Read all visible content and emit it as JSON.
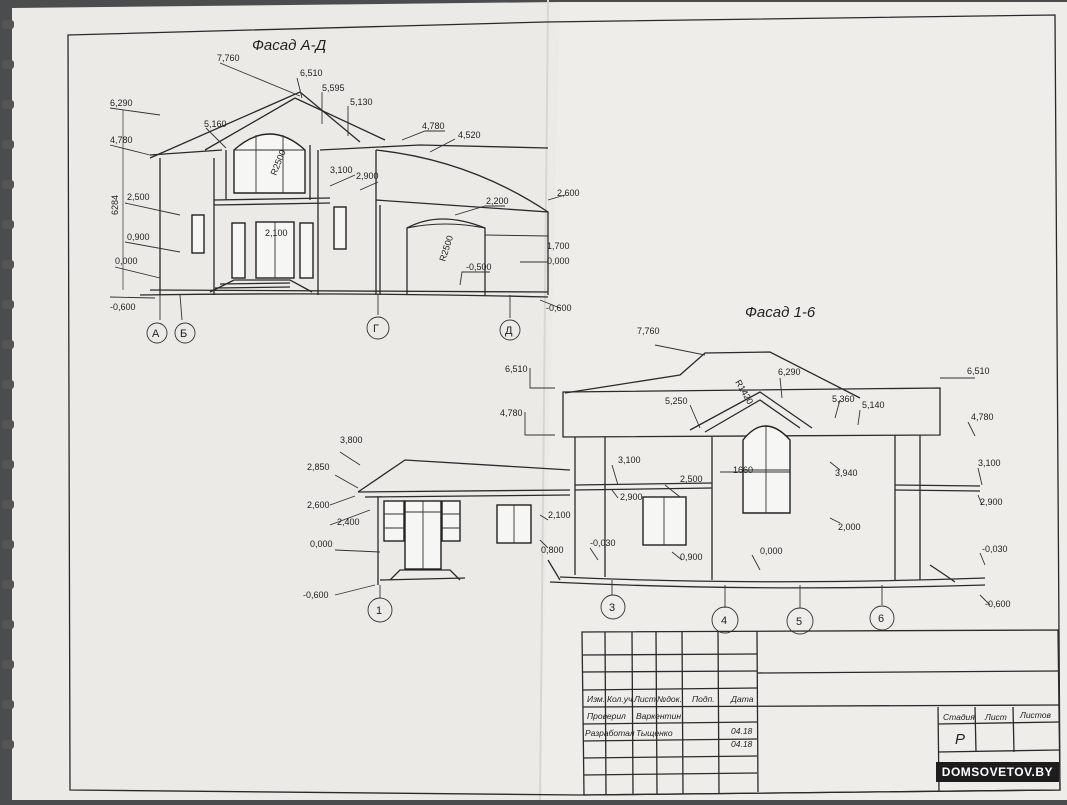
{
  "facade_ad": {
    "title": "Фасад А-Д",
    "left_levels": [
      "6,290",
      "4,780",
      "2,500",
      "0,900",
      "0,000",
      "-0,600"
    ],
    "top_levels": [
      "7,760",
      "6,510",
      "5,595",
      "5,130",
      "5,160"
    ],
    "right_levels": [
      "4,780",
      "4,520",
      "3,100",
      "2,900",
      "2,600",
      "2,200",
      "1,700",
      "0,000",
      "-0,500",
      "-0,600"
    ],
    "overall_height": "6284",
    "radius_upper": "R2500",
    "radius_arch": "R2500",
    "door_head": "2,100",
    "axes": [
      "А",
      "Б",
      "Г",
      "Д"
    ]
  },
  "facade_16": {
    "title": "Фасад 1-6",
    "left_levels": [
      "3,800",
      "2,850",
      "2,600",
      "2,400",
      "0,000",
      "-0,600"
    ],
    "top_levels": [
      "7,760",
      "6,510",
      "4,780",
      "6,290",
      "5,250",
      "5,360",
      "5,140",
      "6,510",
      "4,780"
    ],
    "mid_levels": [
      "3,100",
      "2,900",
      "2,500",
      "2,100",
      "0,800",
      "-0,030",
      "0,900",
      "3,940",
      "2,000",
      "0,000"
    ],
    "right_levels": [
      "3,100",
      "2,900",
      "-0,030",
      "-0,600"
    ],
    "radius": "R1420",
    "width_dim": "1660",
    "axes": [
      "1",
      "3",
      "4",
      "5",
      "6"
    ]
  },
  "title_block": {
    "headers": [
      "Изм.",
      "Кол.уч",
      "Лист",
      "№док.",
      "Подп.",
      "Дата"
    ],
    "rows": [
      {
        "role": "Проверил",
        "name": "Варкентин",
        "date": "04.18"
      },
      {
        "role": "Разработал",
        "name": "Тыщенко",
        "date": "04.18"
      }
    ],
    "stage_headers": [
      "Стадия",
      "Лист",
      "Листов"
    ],
    "stage_value": "Р"
  },
  "watermark": "DOMSOVETOV.BY"
}
